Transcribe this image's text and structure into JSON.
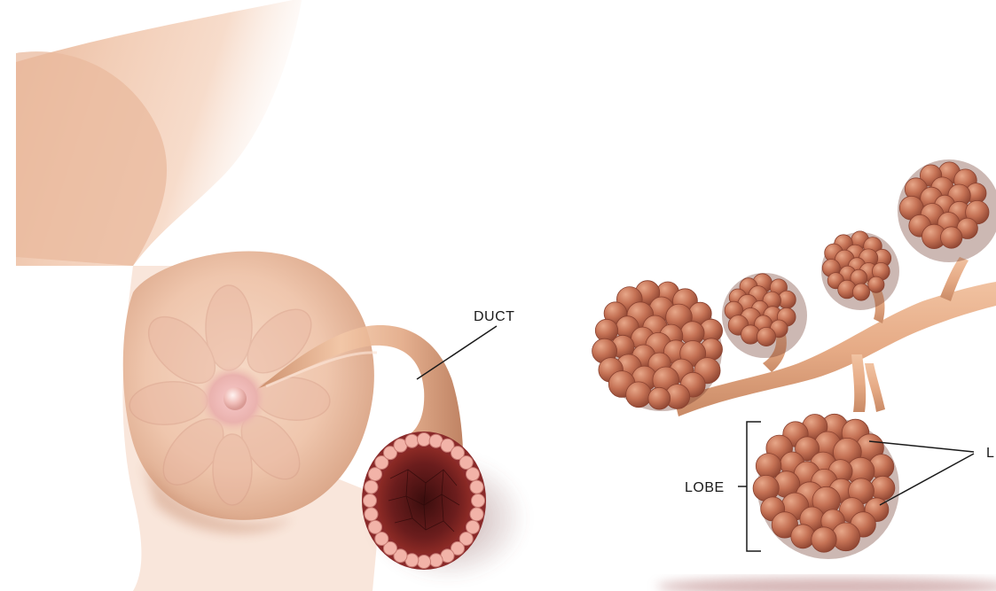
{
  "labels": {
    "duct": "DUCT",
    "lobe": "LOBE",
    "lobule_partial": "L"
  }
}
